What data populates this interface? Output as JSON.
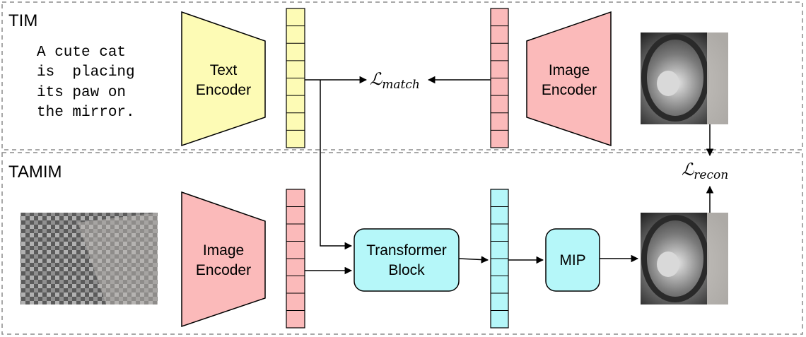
{
  "sections": {
    "tim_label": "TIM",
    "tamim_label": "TAMIM"
  },
  "caption": {
    "line1": "A cute cat",
    "line2": "is  placing",
    "line3": "its paw on",
    "line4": "the mirror."
  },
  "encoders": {
    "text_line1": "Text",
    "text_line2": "Encoder",
    "image_top_line1": "Image",
    "image_top_line2": "Encoder",
    "image_bottom_line1": "Image",
    "image_bottom_line2": "Encoder"
  },
  "blocks": {
    "transformer_line1": "Transformer",
    "transformer_line2": "Block",
    "mip": "MIP"
  },
  "losses": {
    "match_symbol": "ℒ",
    "match_sub": "match",
    "recon_symbol": "ℒ",
    "recon_sub": "recon"
  },
  "colors": {
    "text_encoder": "#fdfbb5",
    "image_encoder": "#fbbaba",
    "transformer": "#b5f7f9",
    "mip": "#b5f7f9",
    "border_dash": "#8c8c8c"
  }
}
